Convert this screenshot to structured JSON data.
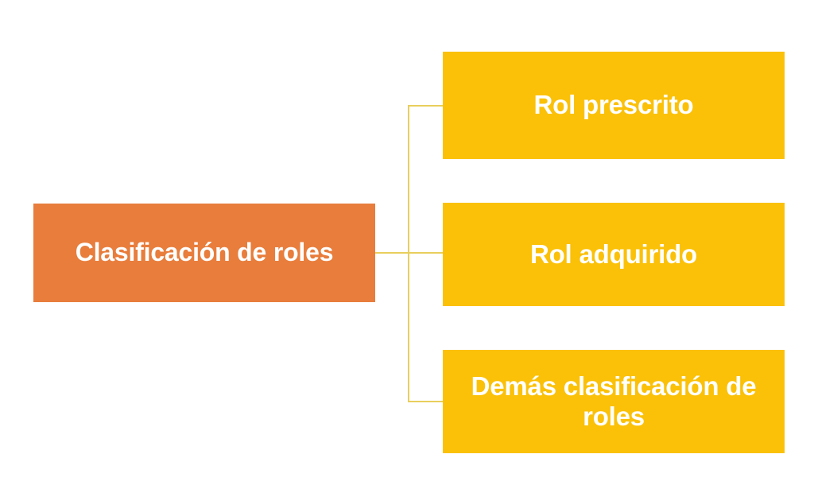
{
  "diagram": {
    "title": "Clasificación de roles",
    "type": "horizontal-tree",
    "background_color": "#ffffff",
    "connector_color": "#e9cf5d",
    "root": {
      "label": "Clasificación de roles",
      "fill_color": "#e87d3c",
      "text_color": "#ffffff"
    },
    "children": [
      {
        "label": "Rol prescrito",
        "fill_color": "#fbc108",
        "text_color": "#ffffff"
      },
      {
        "label": "Rol adquirido",
        "fill_color": "#fbc108",
        "text_color": "#ffffff"
      },
      {
        "label": "Demás clasificación de roles",
        "fill_color": "#fbc108",
        "text_color": "#ffffff"
      }
    ]
  }
}
